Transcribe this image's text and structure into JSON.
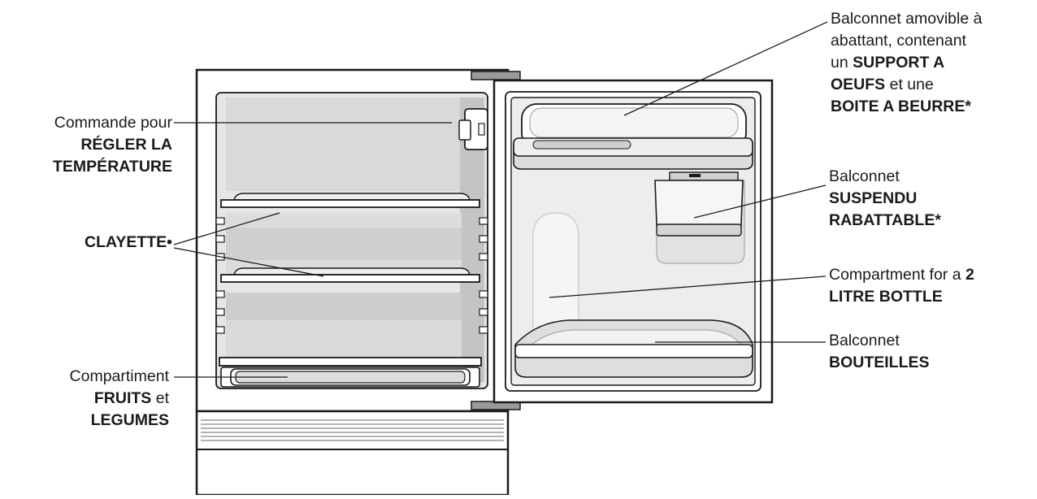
{
  "colors": {
    "outline": "#1a1a1a",
    "interior_light": "#ebebeb",
    "interior_mid": "#d6d6d6",
    "interior_dark": "#bdbdbd",
    "hinge": "#9a9a9a",
    "leader": "#1a1a1a"
  },
  "labels": {
    "temperature": {
      "l1": "Commande pour",
      "l2": "RÉGLER LA",
      "l3": "TEMPÉRATURE"
    },
    "shelf": {
      "l1": "CLAYETTE•"
    },
    "crisper": {
      "l1": "Compartiment",
      "l2a": "FRUITS",
      "l2b": " et",
      "l3": "LEGUMES"
    },
    "egg_balcony": {
      "l1": "Balconnet amovible à",
      "l2": "abattant, contenant",
      "l3a": "un ",
      "l3b": "SUPPORT A",
      "l4a": "OEUFS",
      "l4b": " et une",
      "l5": "BOITE A BEURRE*"
    },
    "hanging_balcony": {
      "l1": "Balconnet",
      "l2": "SUSPENDU",
      "l3": "RABATTABLE*"
    },
    "bottle_compartment": {
      "l1a": "Compartment for a ",
      "l1b": "2",
      "l2": "LITRE BOTTLE"
    },
    "bottle_balcony": {
      "l1": "Balconnet",
      "l2": "BOUTEILLES"
    }
  }
}
